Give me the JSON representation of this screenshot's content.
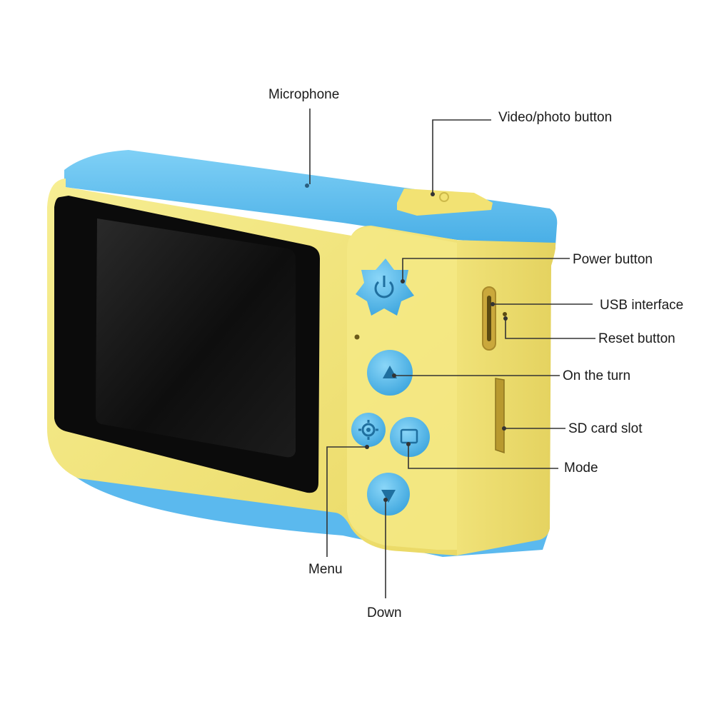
{
  "colors": {
    "body_yellow": "#f3e77c",
    "body_yellow_dark": "#d9c65a",
    "top_blue": "#62bff1",
    "top_blue_dark": "#3c9fd6",
    "screen_black": "#141414",
    "button_blue": "#5cc0ee",
    "leader_line": "#333333"
  },
  "icons": {
    "power": "power-icon",
    "up": "triangle-up-icon",
    "down": "triangle-down-icon",
    "menu": "gear-icon",
    "mode": "mode-icon",
    "shutter": "shutter-icon"
  },
  "labels": {
    "microphone": "Microphone",
    "video_photo_button": "Video/photo button",
    "power_button": "Power button",
    "usb_interface": "USB interface",
    "reset_button": "Reset button",
    "on_the_turn": "On the turn",
    "sd_card_slot": "SD card slot",
    "mode": "Mode",
    "menu": "Menu",
    "down": "Down"
  }
}
